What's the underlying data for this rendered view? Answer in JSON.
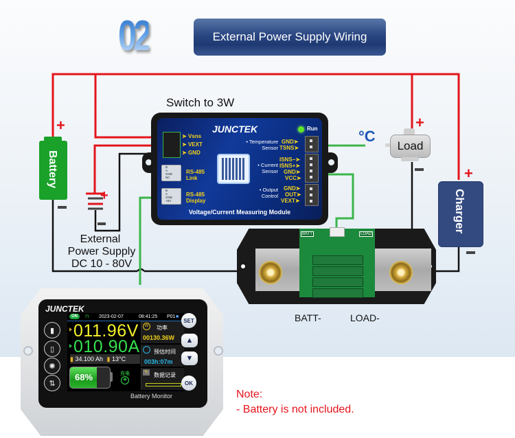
{
  "header": {
    "step_number": "02",
    "title": "External Power Supply Wiring"
  },
  "colors": {
    "positive_wire": "#e4141b",
    "negative_wire": "#111111",
    "signal_wire": "#3bb54a",
    "title_pill": "#2a4682",
    "battery": "#1aa12a",
    "charger": "#334a80",
    "note_text": "#e5141b"
  },
  "components": {
    "battery": {
      "label": "Battery",
      "plus": "+",
      "minus": "−"
    },
    "external_supply": {
      "line1": "External",
      "line2": "Power Supply",
      "line3": "DC 10 - 80V",
      "plus": "+",
      "minus": "−"
    },
    "load": {
      "label": "Load",
      "plus": "+",
      "minus": "−"
    },
    "charger": {
      "label": "Charger",
      "plus": "+",
      "minus": "−"
    },
    "temperature_probe": {
      "symbol": "°C"
    },
    "switch_note": "Switch to 3W"
  },
  "module": {
    "brand": "JUNCTEK",
    "run_label": "Run",
    "left_terminals": [
      "Vsns",
      "VEXT",
      "GND"
    ],
    "rs485_link": {
      "title_line1": "RS-485",
      "title_line2": "Link",
      "pins": [
        "B",
        "A",
        "GND",
        "NC"
      ]
    },
    "rs485_display": {
      "title_line1": "RS-485",
      "title_line2": "Display",
      "pins": [
        "B",
        "A",
        "GND",
        "+5V"
      ]
    },
    "groups": [
      {
        "name_line1": "• Temperature",
        "name_line2": "Sensor",
        "pins": [
          "GND",
          "TSNS"
        ]
      },
      {
        "name_line1": "• Current",
        "name_line2": "Sensor",
        "pins": [
          "ISNS−",
          "ISNS+",
          "GND",
          "VCC"
        ]
      },
      {
        "name_line1": "• Output",
        "name_line2": "Control",
        "pins": [
          "GND",
          "OUT",
          "VEXT"
        ]
      }
    ],
    "footer": "Voltage/Current Measuring Module"
  },
  "shunt": {
    "pcb_left_label": "BATT",
    "pcb_right_label": "LOAD",
    "terminal_left": "BATT-",
    "terminal_right": "LOAD-"
  },
  "display_unit": {
    "brand": "JUNCTEK",
    "model_label": "Battery Monitor",
    "status": {
      "on_badge": "ON",
      "date": "2023-02-07",
      "time": "08:41:25",
      "profile": "P01"
    },
    "voltage": "011.96V",
    "current": "010.90A",
    "capacity": "34.100 Ah",
    "temperature": "13°C",
    "battery_percent_text": "68%",
    "battery_level": 0.68,
    "charge_label": "充电",
    "panels": [
      {
        "label": "功率",
        "value": "00130.36W"
      },
      {
        "label": "预估时间",
        "value": "003h:07m"
      },
      {
        "label": "数据记录",
        "value": ""
      }
    ],
    "right_buttons": [
      "SET",
      "▲",
      "▼",
      "OK"
    ],
    "left_buttons": [
      "battery-icon",
      "phone-icon",
      "alarm-icon",
      "transfer-icon"
    ]
  },
  "note": {
    "title": "Note:",
    "line1": "- Battery is not included."
  }
}
